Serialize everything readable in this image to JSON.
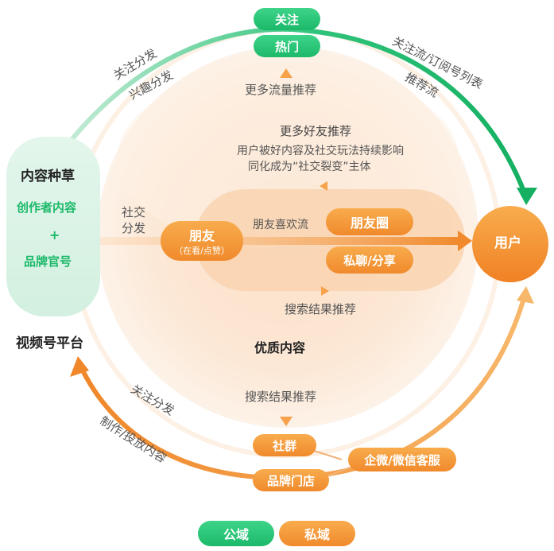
{
  "platform": {
    "name": "视频号平台",
    "seed_title": "内容种草",
    "creator": "创作者内容",
    "plus": "+",
    "brand": "品牌官号"
  },
  "center": {
    "title": "优质内容",
    "more_traffic": "更多流量推荐",
    "more_friends": "更多好友推荐",
    "friends_desc_1": "用户被好内容及社交玩法持续影响",
    "friends_desc_2": "同化成为“社交裂变”主体",
    "social_share_1": "社交",
    "social_share_2": "分发",
    "friends_like": "朋友喜欢流",
    "search_inner": "搜索结果推荐",
    "search_outer": "搜索结果推荐"
  },
  "nodes": {
    "follow": "关注",
    "hot": "热门",
    "friend": "朋友",
    "friend_sub": "（在看/点赞）",
    "moments": "朋友圈",
    "chat": "私聊/分享",
    "user": "用户",
    "community": "社群",
    "store": "品牌门店",
    "wecom": "企微/微信客服"
  },
  "arcs": {
    "follow_share_top": "关注分发",
    "interest_share": "兴趣分发",
    "follow_feed": "关注流/订阅号列表",
    "recommend_feed": "推荐流",
    "follow_share_bottom": "关注分发",
    "produce_deliver": "制作/投放内容"
  },
  "legend": {
    "public": "公域",
    "private": "私域"
  },
  "colors": {
    "green": "#1cb96a",
    "orange": "#f08a2c",
    "peach": "#fbe3cb"
  }
}
